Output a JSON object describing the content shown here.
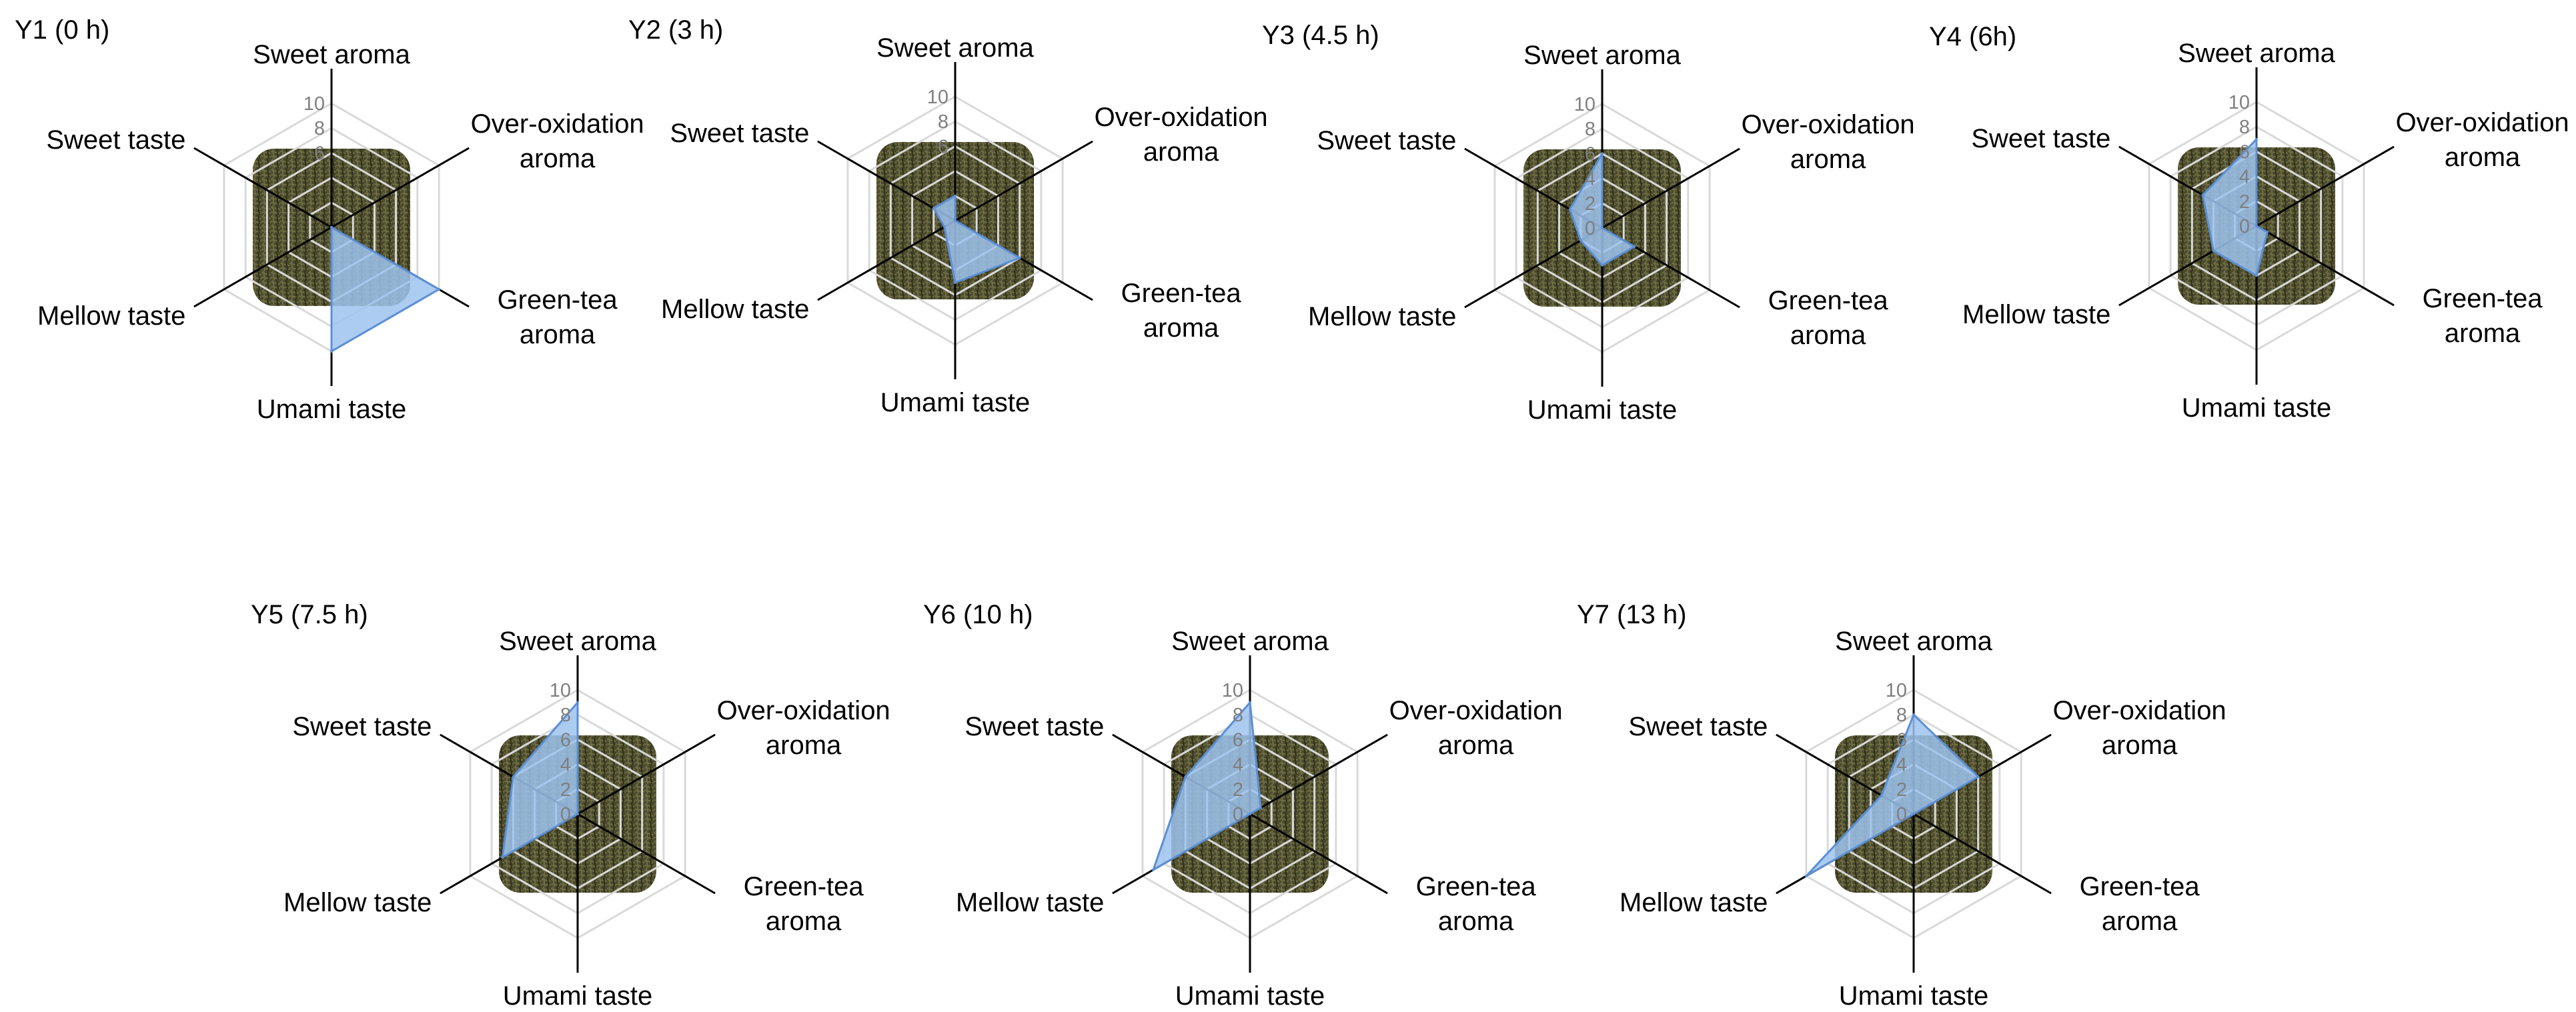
{
  "colors": {
    "series_fill": "#9dc3ef",
    "series_stroke": "#5b8fd6",
    "grid": "#d9d9d9",
    "spoke": "#000000",
    "tick_text": "#7f7f7f",
    "background_texture": "#4a4a2c"
  },
  "chart_data": [
    {
      "type": "radar",
      "title": "Y1 (0 h)",
      "axes": [
        "Sweet aroma",
        "Over-oxidation aroma",
        "Green-tea aroma",
        "Umami taste",
        "Mellow taste",
        "Sweet taste"
      ],
      "ticks": [
        "10",
        "8",
        "6"
      ],
      "range": [
        0,
        10
      ],
      "values": [
        0,
        0,
        10,
        10,
        0,
        0
      ]
    },
    {
      "type": "radar",
      "title": "Y2 (3 h)",
      "axes": [
        "Sweet aroma",
        "Over-oxidation aroma",
        "Green-tea aroma",
        "Umami taste",
        "Mellow taste",
        "Sweet taste"
      ],
      "ticks": [
        "10",
        "8",
        "6"
      ],
      "range": [
        0,
        10
      ],
      "values": [
        2,
        0,
        6,
        5,
        1,
        2
      ]
    },
    {
      "type": "radar",
      "title": "Y3 (4.5 h)",
      "axes": [
        "Sweet aroma",
        "Over-oxidation aroma",
        "Green-tea aroma",
        "Umami taste",
        "Mellow taste",
        "Sweet taste"
      ],
      "ticks": [
        "10",
        "8",
        "6",
        "4",
        "2",
        "0"
      ],
      "range": [
        0,
        10
      ],
      "values": [
        6,
        0,
        3,
        3,
        2,
        3
      ]
    },
    {
      "type": "radar",
      "title": "Y4 (6h)",
      "axes": [
        "Sweet aroma",
        "Over-oxidation aroma",
        "Green-tea aroma",
        "Umami taste",
        "Mellow taste",
        "Sweet taste"
      ],
      "ticks": [
        "10",
        "8",
        "6",
        "4",
        "2",
        "0"
      ],
      "range": [
        0,
        10
      ],
      "values": [
        7,
        0,
        1,
        4,
        4,
        5
      ]
    },
    {
      "type": "radar",
      "title": "Y5 (7.5 h)",
      "axes": [
        "Sweet aroma",
        "Over-oxidation aroma",
        "Green-tea aroma",
        "Umami taste",
        "Mellow taste",
        "Sweet taste"
      ],
      "ticks": [
        "10",
        "8",
        "6",
        "4",
        "2",
        "0"
      ],
      "range": [
        0,
        10
      ],
      "values": [
        9,
        0,
        0,
        0,
        7,
        6
      ]
    },
    {
      "type": "radar",
      "title": "Y6 (10 h)",
      "axes": [
        "Sweet aroma",
        "Over-oxidation aroma",
        "Green-tea aroma",
        "Umami taste",
        "Mellow taste",
        "Sweet taste"
      ],
      "ticks": [
        "10",
        "8",
        "6",
        "4",
        "2",
        "0"
      ],
      "range": [
        0,
        10
      ],
      "values": [
        9,
        1,
        0,
        0,
        9,
        6
      ]
    },
    {
      "type": "radar",
      "title": "Y7 (13 h)",
      "axes": [
        "Sweet aroma",
        "Over-oxidation aroma",
        "Green-tea aroma",
        "Umami taste",
        "Mellow taste",
        "Sweet taste"
      ],
      "ticks": [
        "10",
        "8",
        "6",
        "4",
        "2",
        "0"
      ],
      "range": [
        0,
        10
      ],
      "values": [
        8,
        6,
        0,
        0,
        10,
        3
      ]
    }
  ]
}
